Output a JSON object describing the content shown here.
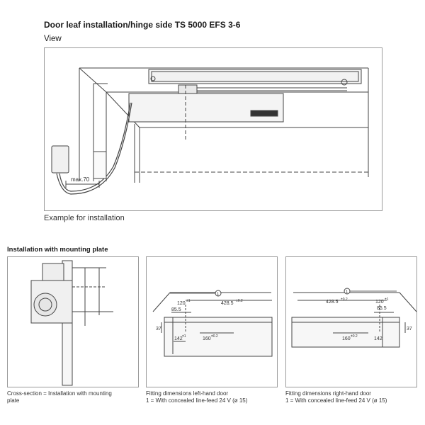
{
  "header": {
    "title": "Door leaf installation/hinge side TS 5000 EFS 3-6",
    "subtitle": "View"
  },
  "main_view": {
    "caption": "Example for installation",
    "dimension_label": "max.70"
  },
  "section": {
    "title": "Installation with mounting plate"
  },
  "panels": [
    {
      "caption_line1": "Cross-section = Installation with mounting",
      "caption_line2": "plate"
    },
    {
      "caption_line1": "Fitting dimensions left-hand door",
      "caption_line2": "1    = With concealed line-feed 24 V (ø 15)",
      "dims": {
        "d1": "120",
        "d1_tol": "±1",
        "d2": "428.5",
        "d2_tol": "±0.2",
        "d3": "85.5",
        "d4": "37",
        "d5": "142",
        "d5_tol": "±1",
        "d6": "160",
        "d6_tol": "±0.2",
        "marker": "1"
      }
    },
    {
      "caption_line1": "Fitting dimensions right-hand door",
      "caption_line2": "1    = With concealed line-feed 24 V (ø 15)",
      "dims": {
        "d1": "428.5",
        "d1_tol": "±0.2",
        "d2": "120",
        "d2_tol": "±1",
        "d3": "85.5",
        "d4": "37",
        "d5": "160",
        "d5_tol": "±0.2",
        "d6": "142",
        "marker": "1"
      }
    }
  ]
}
